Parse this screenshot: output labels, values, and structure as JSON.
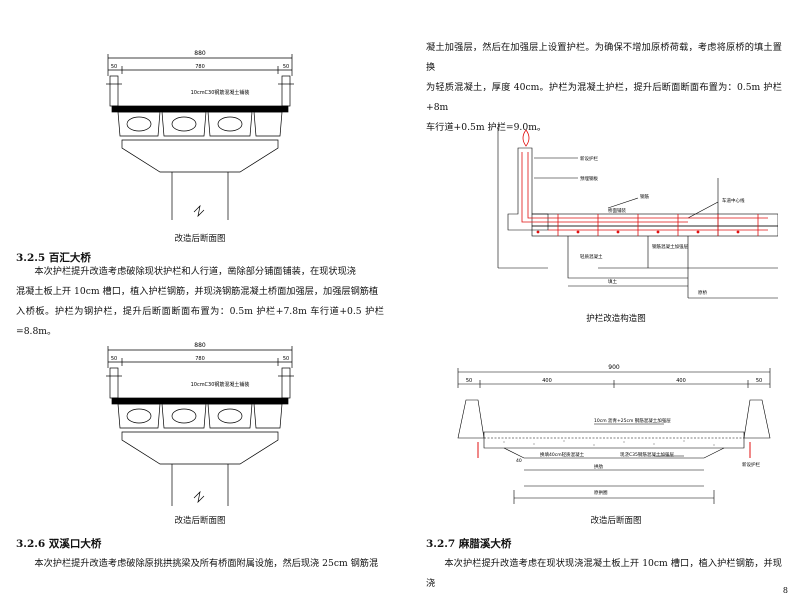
{
  "left": {
    "figure1": {
      "dim_total": "880",
      "dim_left": "50",
      "dim_mid": "780",
      "dim_right": "50",
      "note": "10cmC30钢筋混凝土铺装",
      "caption": "改造后断面图"
    },
    "section_325": {
      "heading": "3.2.5 百汇大桥",
      "lines": [
        "本次护栏提升改造考虑破除现状护栏和人行道，凿除部分铺面铺装，在现状现浇",
        "混凝土板上开 10cm 槽口，植入护栏钢筋，并现浇钢筋混凝土桥面加强层，加强层钢筋植",
        "入桥板。护栏为钢护栏，提升后断面断面布置为：0.5m 护栏+7.8m 车行道+0.5 护栏=8.8m。"
      ]
    },
    "figure2": {
      "dim_total": "880",
      "dim_left": "50",
      "dim_mid": "780",
      "dim_right": "50",
      "note": "10cmC30钢筋混凝土铺装",
      "caption": "改造后断面图"
    },
    "section_326": {
      "heading": "3.2.6 双溪口大桥",
      "lines": [
        "本次护栏提升改造考虑破除原挑拱挑梁及所有桥面附属设施，然后现浇 25cm 钢筋混"
      ]
    }
  },
  "right": {
    "intro_lines": [
      "凝土加强层，然后在加强层上设置护栏。为确保不增加原桥荷载，考虑将原桥的填土置换",
      "为轻质混凝土，厚度 40cm。护栏为混凝土护栏，提升后断面断面布置为：0.5m 护栏+8m",
      "车行道+0.5m 护栏=9.0m。"
    ],
    "figure3": {
      "caption": "护栏改造构造图",
      "labels": [
        "新设护栏",
        "预埋钢板",
        "钢筋",
        "车道中心线",
        "桥面铺装",
        "钢筋混凝土加强层",
        "轻质混凝土",
        "原桥",
        "填土"
      ]
    },
    "figure4": {
      "dim_total": "900",
      "dim_50a": "50",
      "dim_400a": "400",
      "dim_400b": "400",
      "dim_50b": "50",
      "note1": "10cm 沥青+25cm 钢筋混凝土加强层",
      "note2": "现浇C35钢筋混凝土加强层",
      "note3": "换填40cm轻质混凝土",
      "note4": "原拱圈",
      "note5": "拱肋",
      "note6": "新设护栏",
      "note7": "40",
      "caption": "改造后断面图"
    },
    "section_327": {
      "heading": "3.2.7 麻腊溪大桥",
      "lines": [
        "本次护栏提升改造考虑在现状现浇混凝土板上开 10cm 槽口，植入护栏钢筋，并现浇"
      ]
    }
  },
  "page_number": "8"
}
